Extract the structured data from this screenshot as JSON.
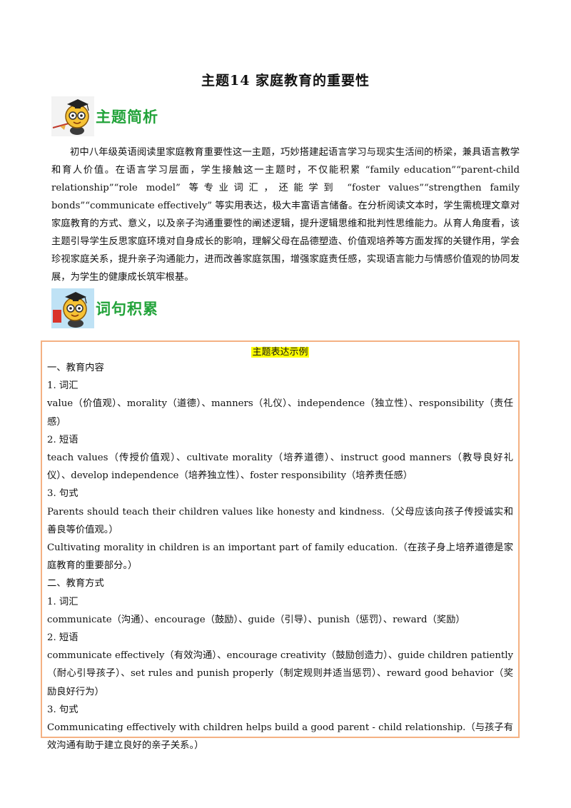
{
  "title": "主题14  家庭教育的重要性",
  "section1": {
    "label": "主题简析",
    "icon": "scholar-mascot-icon"
  },
  "intro": "初中八年级英语阅读里家庭教育重要性这一主题，巧妙搭建起语言学习与现实生活间的桥梁，兼具语言教学和育人价值。在语言学习层面，学生接触这一主题时，不仅能积累 “family education”“parent-child relationship”“role model” 等专业词汇，还能学到 “foster values”“strengthen family bonds”“communicate effectively” 等实用表达，极大丰富语言储备。在分析阅读文本时，学生需梳理文章对家庭教育的方式、意义，以及亲子沟通重要性的阐述逻辑，提升逻辑思维和批判性思维能力。从育人角度看，该主题引导学生反思家庭环境对自身成长的影响，理解父母在品德塑造、价值观培养等方面发挥的关键作用，学会珍视家庭关系，提升亲子沟通能力，进而改善家庭氛围，增强家庭责任感，实现语言能力与情感价值观的协同发展，为学生的健康成长筑牢根基。",
  "section2": {
    "label": "词句积累",
    "icon": "scholar-mascot-icon"
  },
  "box": {
    "title": "主题表达示例",
    "lines": [
      "一、教育内容",
      "1. 词汇",
      "value（价值观）、morality（道德）、manners（礼仪）、independence（独立性）、responsibility（责任感）",
      "2. 短语",
      "teach values（传授价值观）、cultivate morality（培养道德）、instruct good manners（教导良好礼仪）、develop independence（培养独立性）、foster responsibility（培养责任感）",
      "3. 句式",
      "Parents should teach their children values like honesty and kindness.（父母应该向孩子传授诚实和善良等价值观。）",
      "Cultivating morality in children is an important part of family education.（在孩子身上培养道德是家庭教育的重要部分。）",
      "二、教育方式",
      "1. 词汇",
      "communicate（沟通）、encourage（鼓励）、guide（引导）、punish（惩罚）、reward（奖励）",
      "2. 短语",
      "communicate effectively（有效沟通）、encourage creativity（鼓励创造力）、guide children patiently（耐心引导孩子）、set rules and punish properly（制定规则并适当惩罚）、reward good behavior（奖励良好行为）",
      "3. 句式",
      "Communicating effectively with children helps build a good parent - child relationship.（与孩子有效沟通有助于建立良好的亲子关系。）"
    ]
  }
}
